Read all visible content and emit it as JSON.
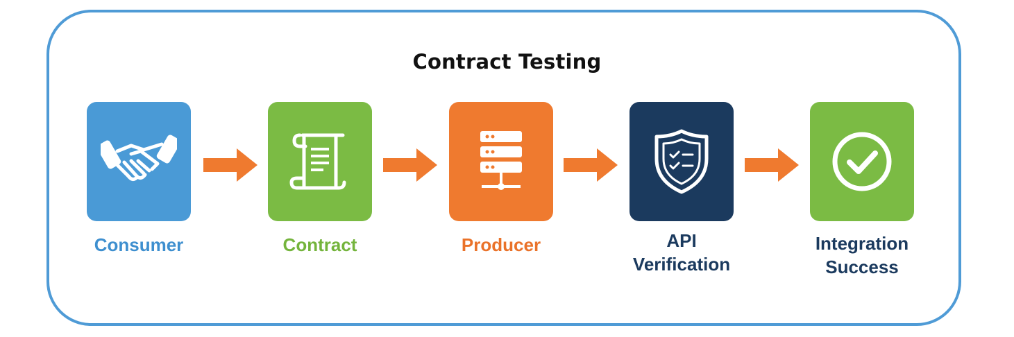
{
  "title": "Contract Testing",
  "colors": {
    "frame": "#4f9bd6",
    "arrow": "#ef7a2f",
    "consumer": "#4a9ad6",
    "contract": "#7bbb44",
    "producer": "#ef7a2f",
    "api_verification": "#1b3a5e",
    "integration_success": "#7bbb44"
  },
  "steps": [
    {
      "label_lines": [
        "Consumer"
      ],
      "icon": "handshake-icon",
      "label_color": "#3e8fcf"
    },
    {
      "label_lines": [
        "Contract"
      ],
      "icon": "scroll-document-icon",
      "label_color": "#74b43c"
    },
    {
      "label_lines": [
        "Producer"
      ],
      "icon": "server-icon",
      "label_color": "#ea7229"
    },
    {
      "label_lines": [
        "API",
        "Verification"
      ],
      "icon": "shield-checklist-icon",
      "label_color": "#1b3a5e"
    },
    {
      "label_lines": [
        "Integration",
        "Success"
      ],
      "icon": "check-circle-icon",
      "label_color": "#1b3a5e"
    }
  ],
  "arrows": [
    "arrow-right-icon",
    "arrow-right-icon",
    "arrow-right-icon",
    "arrow-right-icon"
  ]
}
